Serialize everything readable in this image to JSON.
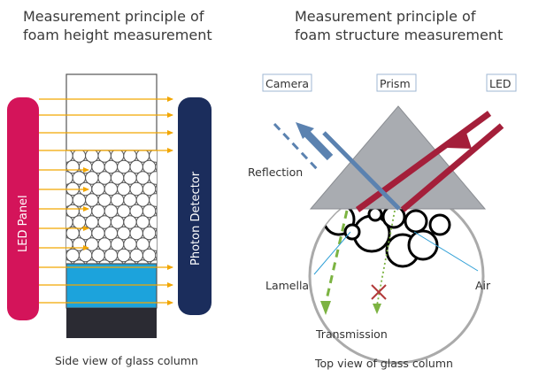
{
  "left": {
    "title_line1": "Measurement principle of",
    "title_line2": "foam height measurement",
    "led_panel_label": "LED Panel",
    "detector_label": "Photon Detector",
    "caption": "Side view of glass column"
  },
  "right": {
    "title_line1": "Measurement principle of",
    "title_line2": "foam structure measurement",
    "camera_label": "Camera",
    "prism_label": "Prism",
    "led_label": "LED",
    "reflection_label": "Reflection",
    "lamella_label": "Lamella",
    "air_label": "Air",
    "transmission_label": "Transmission",
    "caption": "Top view of glass column"
  },
  "colors": {
    "led_panel": "#d4145a",
    "detector": "#1b2d5c",
    "liquid": "#1ca3dc",
    "base": "#2b2b33",
    "light_rays": "#f2a600",
    "led_beam": "#a41f3a",
    "reflection_beam": "#5b82b0",
    "prism": "#a9acb1",
    "transmission_green": "#7cb342",
    "cross": "#b23a3a"
  }
}
